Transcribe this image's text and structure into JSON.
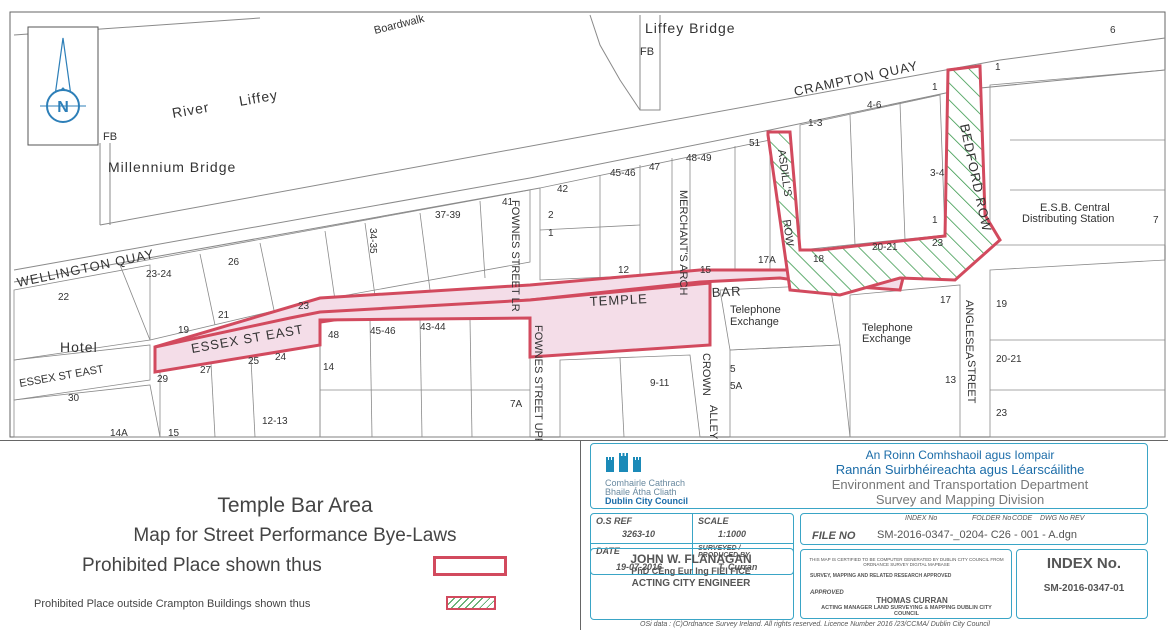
{
  "map": {
    "labels": {
      "river": [
        "River",
        "Liffey"
      ],
      "liffey_bridge": "Liffey Bridge",
      "millennium_bridge": "Millennium Bridge",
      "boardwalk": "Boardwalk",
      "fb_1": "FB",
      "fb_2": "FB",
      "crampton_quay": "CRAMPTON QUAY",
      "wellington_quay": "WELLINGTON   QUAY",
      "temple_bar_1": "TEMPLE",
      "temple_bar_2": "BAR",
      "essex_st_east_1": "ESSEX ST EAST",
      "essex_st_east_2": "ESSEX ST EAST",
      "hotel": "Hotel",
      "bedford_row": "BEDFORD ROW",
      "asdills_row": "ASDILL'S",
      "asdills_row_2": "ROW",
      "fownes_lr": "FOWNES STREET LR",
      "merchants_arch": "MERCHANT'S ARCH",
      "fownes_upper": "FOWNES  STREET UPPER",
      "crown_alley_1": "CROWN",
      "crown_alley_2": "ALLEY",
      "anglesea_1": "ANGLESEA",
      "anglesea_2": "STREET",
      "telephone_1": [
        "Telephone",
        "Exchange"
      ],
      "telephone_2": [
        "Telephone",
        "Exchange"
      ],
      "esb": [
        "E.S.B. Central",
        "Distributing Station"
      ]
    },
    "numbers": {
      "n6": "6",
      "n1a": "1",
      "n1b": "1",
      "n46": "4-6",
      "n13": "1-3",
      "n34": "3-4",
      "n1c": "1",
      "n2021a": "20-21",
      "n23a": "23",
      "n18": "18",
      "n17a": "17A",
      "n51": "51",
      "n4849": "48-49",
      "n47": "47",
      "n4546a": "45-46",
      "n42": "42",
      "n41": "41",
      "n3739": "37-39",
      "n3435": "34-35",
      "n2": "2",
      "n1d": "1",
      "n12": "12",
      "n15a": "15",
      "n2324": "23-24",
      "n26": "26",
      "n22": "22",
      "n21": "21",
      "n23b": "23",
      "n19a": "19",
      "n48": "48",
      "n4546b": "45-46",
      "n4344": "43-44",
      "n25": "25",
      "n24": "24",
      "n29": "29",
      "n27": "27",
      "n14": "14",
      "n30": "30",
      "n14a": "14A",
      "n15b": "15",
      "n1213": "12-13",
      "n7a": "7A",
      "n911": "9-11",
      "n5": "5",
      "n5a": "5A",
      "n17b": "17",
      "n13b": "13",
      "n19b": "19",
      "n2021b": "20-21",
      "n23c": "23",
      "n7": "7"
    },
    "compass_letter": "N",
    "colors": {
      "prohibited_outline": "#d24a5e",
      "prohibited_fill": "#f4dde8",
      "hatch": "#3c9a4f",
      "building_line": "#8a8a8a"
    }
  },
  "legend": {
    "title": "Temple Bar Area",
    "subtitle": "Map for Street Performance Bye-Laws",
    "prohibited": "Prohibited Place shown thus",
    "prohibited_outside": "Prohibited Place outside Crampton Buildings shown thus"
  },
  "title_block": {
    "council_irish_1": "Comhairle Cathrach",
    "council_irish_2": "Bhaile Átha Cliath",
    "council_english": "Dublin City Council",
    "dept_irish_1": "An Roinn Comhshaoil agus Iompair",
    "dept_irish_2": "Rannán Suirbhéireachta agus Léarscáilithe",
    "dept_english_1": "Environment and Transportation Department",
    "dept_english_2": "Survey and Mapping Division",
    "os_ref_label": "O.S REF",
    "os_ref_value": "3263-10",
    "scale_label": "SCALE",
    "scale_value": "1:1000",
    "date_label": "DATE",
    "date_value": "19-07-2016",
    "surveyed_label": "SURVEYED / PRODUCED BY",
    "surveyed_value": "T. Curran",
    "file_no_label": "FILE NO",
    "file_no_value": "SM-2016-0347-_0204- C26 - 001 - A.dgn",
    "file_head_index": "INDEX No",
    "file_head_folder": "FOLDER No",
    "file_head_code": "CODE",
    "file_head_dwg": "DWG No",
    "file_head_rev": "REV",
    "engineer_name": "JOHN W. FLANAGAN",
    "engineer_quals": "PhD CEng Eur Ing FIEI FICE",
    "engineer_role": "ACTING CITY ENGINEER",
    "certified_text": "THIS MAP IS CERTIFIED TO BE COMPUTER GENERATED BY DUBLIN CITY COUNCIL FROM ORDNANCE SURVEY DIGITAL MAPBASE",
    "survey_approved": "SURVEY, MAPPING AND RELATED RESEARCH APPROVED",
    "approved_label": "APPROVED",
    "approver_name": "THOMAS CURRAN",
    "approver_role": "ACTING MANAGER LAND SURVEYING & MAPPING DUBLIN CITY COUNCIL",
    "index_label": "INDEX No.",
    "index_value": "SM-2016-0347-01",
    "osi_credit": "OSi data : (C)Ordnance Survey Ireland. All rights reserved. Licence Number 2016 /23/CCMA/ Dublin City Council"
  }
}
